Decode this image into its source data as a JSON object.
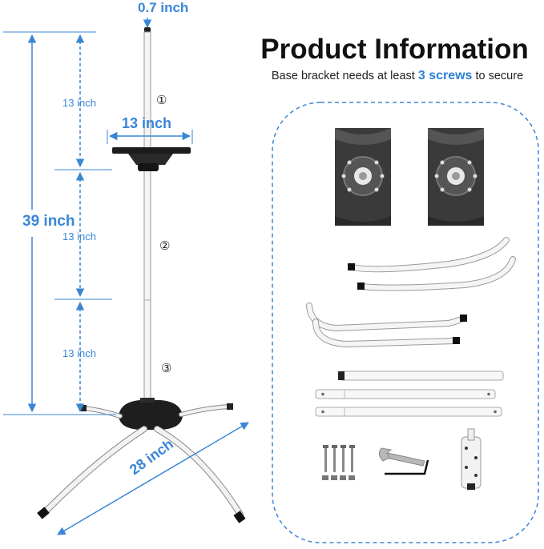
{
  "dimensions": {
    "pole_diameter": "0.7 inch",
    "total_height": "39 inch",
    "segment_1": "13 inch",
    "segment_2": "13 inch",
    "segment_3": "13 inch",
    "tray_width": "13 inch",
    "base_span": "28 inch"
  },
  "part_numbers": [
    "①",
    "②",
    "③"
  ],
  "product_info": {
    "title": "Product Information",
    "subtitle_before": "Base bracket needs at least",
    "subtitle_highlight": "3 screws",
    "subtitle_after": "to secure"
  },
  "colors": {
    "dimension_blue": "#3a86d6",
    "highlight_blue": "#2f7fd6",
    "bracket_black": "#1c1c1c",
    "pole_white": "#f4f4f4"
  },
  "icons": [
    "mounting-plate-icon",
    "curved-leg-icon",
    "pole-segment-icon",
    "screw-icon",
    "wrench-icon",
    "hex-key-icon",
    "connector-icon"
  ]
}
